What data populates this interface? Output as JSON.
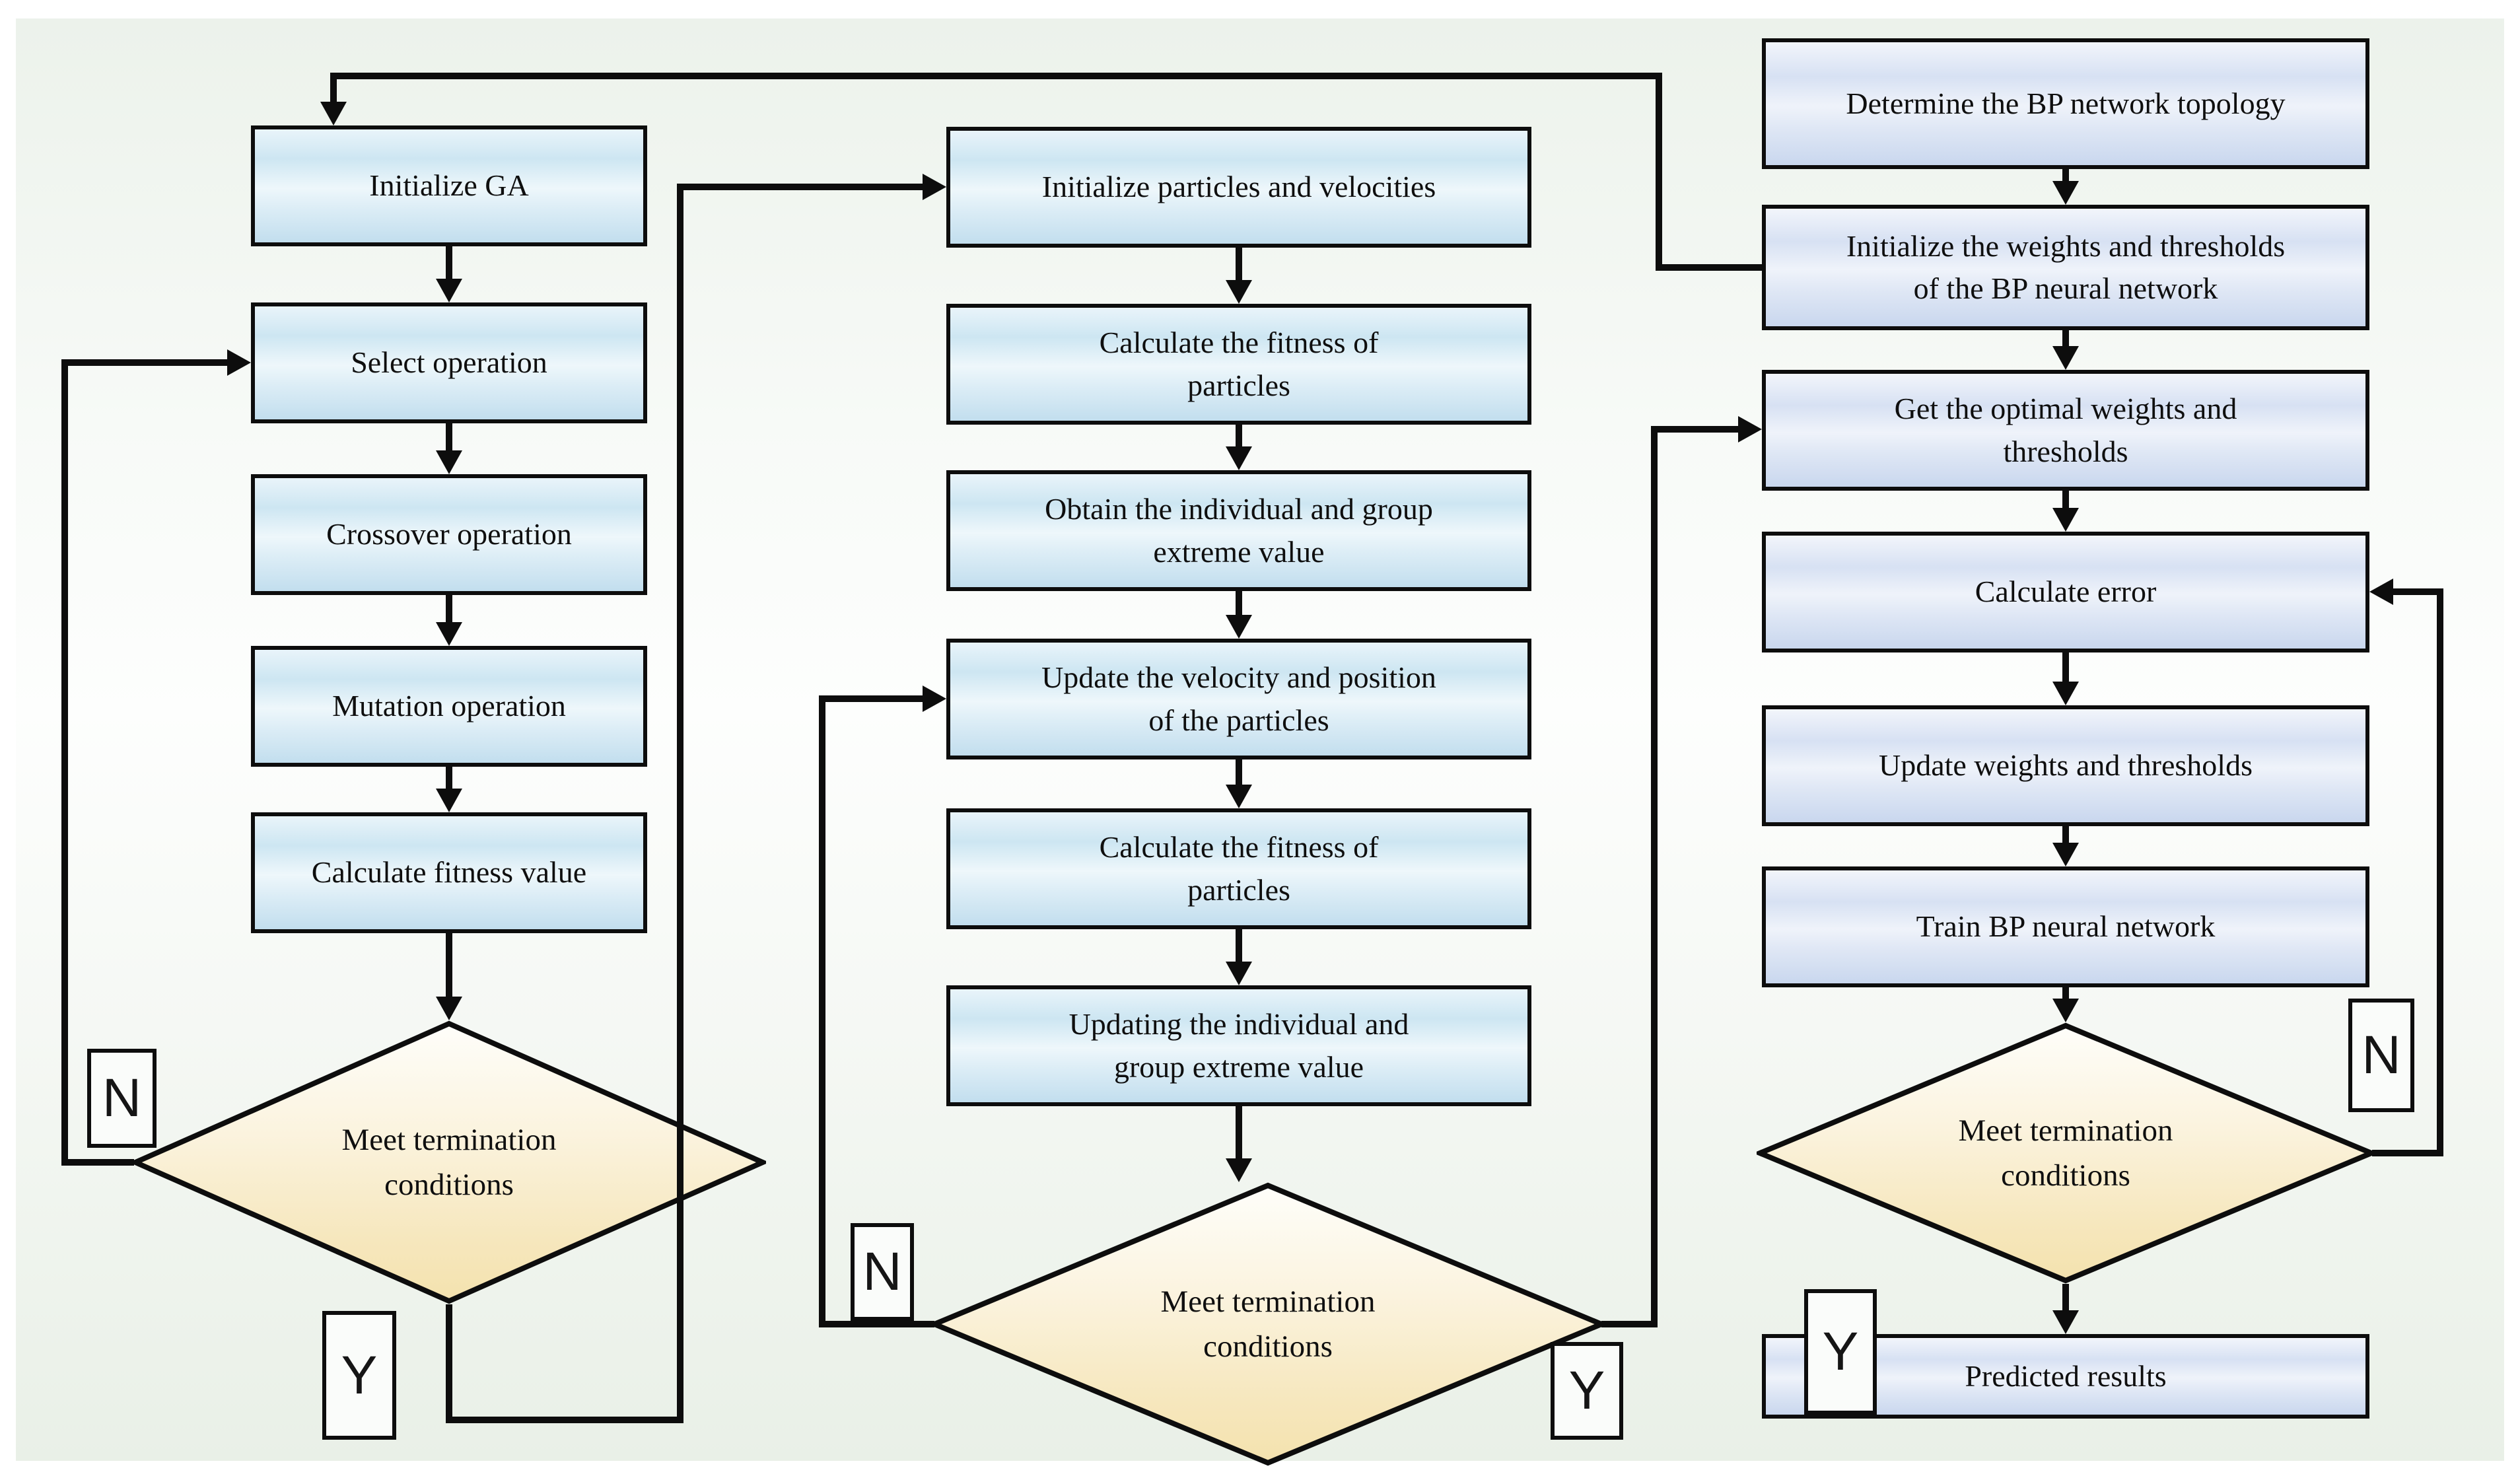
{
  "colors": {
    "line": "#0d0d0d",
    "panel_green_top": "#ecf2eb",
    "panel_green_bottom": "#e9f0e7",
    "box_blue_mid": "#cde6f2",
    "box_blue_bottom": "#c2deee",
    "box_periwinkle_mid": "#d7e1f3",
    "box_periwinkle_bottom": "#c9d7ee",
    "diamond_top": "#fefefa",
    "diamond_bottom": "#f4e2ae"
  },
  "ga": {
    "boxes": [
      {
        "label": "Initialize GA"
      },
      {
        "label": "Select operation"
      },
      {
        "label": "Crossover operation"
      },
      {
        "label": "Mutation operation"
      },
      {
        "label": "Calculate fitness value"
      }
    ],
    "decision": {
      "label": "Meet termination\nconditions"
    },
    "no_label": "N",
    "yes_label": "Y"
  },
  "pso": {
    "boxes": [
      {
        "label": "Initialize particles and velocities"
      },
      {
        "label": "Calculate the fitness of\nparticles"
      },
      {
        "label": "Obtain the individual and group\nextreme value"
      },
      {
        "label": "Update the velocity and position\nof the particles"
      },
      {
        "label": "Calculate the fitness of\nparticles"
      },
      {
        "label": "Updating the individual and\ngroup extreme value"
      }
    ],
    "decision": {
      "label": "Meet termination\nconditions"
    },
    "no_label": "N",
    "yes_label": "Y"
  },
  "bp": {
    "boxes": [
      {
        "label": "Determine the BP network topology"
      },
      {
        "label": "Initialize the weights and thresholds\nof the BP neural network"
      },
      {
        "label": "Get the optimal weights and\nthresholds"
      },
      {
        "label": "Calculate error"
      },
      {
        "label": "Update weights and thresholds"
      },
      {
        "label": "Train BP neural network"
      }
    ],
    "decision": {
      "label": "Meet termination\nconditions"
    },
    "result_label": "Predicted results",
    "no_label": "N",
    "yes_label": "Y"
  }
}
